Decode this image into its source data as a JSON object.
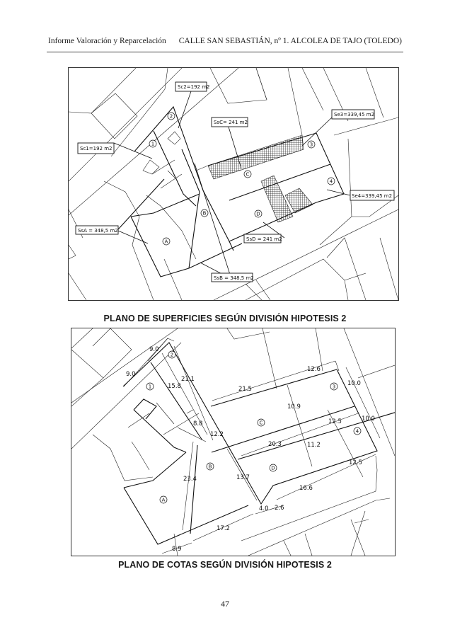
{
  "header": {
    "left": "Informe Valoración y Reparcelación",
    "right": "CALLE SAN SEBASTIÁN, nº 1. ALCOLEA DE TAJO (TOLEDO)"
  },
  "plan_surfaces": {
    "caption": "PLANO DE SUPERFICIES SEGÚN DIVISIÓN HIPOTESIS 2",
    "labels": {
      "sc1": "Sc1=192 m2",
      "sc2": "Sc2=192 m2",
      "ssc": "SsC= 241 m2",
      "se3": "Se3=339,45 m2",
      "se4": "Se4=339,45 m2",
      "ssa": "SsA = 348,5 m2",
      "ssb": "SsB = 348,5 m2",
      "ssd": "SsD = 241 m2"
    },
    "parcels": {
      "p1": "1",
      "p2": "2",
      "p3": "3",
      "p4": "4",
      "pA": "A",
      "pB": "B",
      "pC": "C",
      "pD": "D"
    }
  },
  "plan_dimensions": {
    "caption": "PLANO DE COTAS SEGÚN DIVISIÓN HIPOTESIS 2",
    "dims": {
      "d9a": "9.0",
      "d9b": "9.0",
      "d21_1": "21.1",
      "d15_8": "15.8",
      "d8_8": "8.8",
      "d12_2": "12.2",
      "d21_5": "21.5",
      "d12_6": "12.6",
      "d10_9": "10.9",
      "d10_0a": "10.0",
      "d10_0b": "10.0",
      "d12_5a": "12.5",
      "d20_3": "20.3",
      "d11_2": "11.2",
      "d12_5b": "12.5",
      "d13_7": "13.7",
      "d23_4": "23.4",
      "d16_6": "16.6",
      "d4_0": "4.0",
      "d2_6": "2.6",
      "d17_2": "17.2",
      "d8_9": "8.9"
    },
    "parcels": {
      "p1": "1",
      "p2": "2",
      "p3": "3",
      "p4": "4",
      "pA": "A",
      "pB": "B",
      "pC": "C",
      "pD": "D"
    }
  },
  "footer": {
    "page_number": "47"
  }
}
